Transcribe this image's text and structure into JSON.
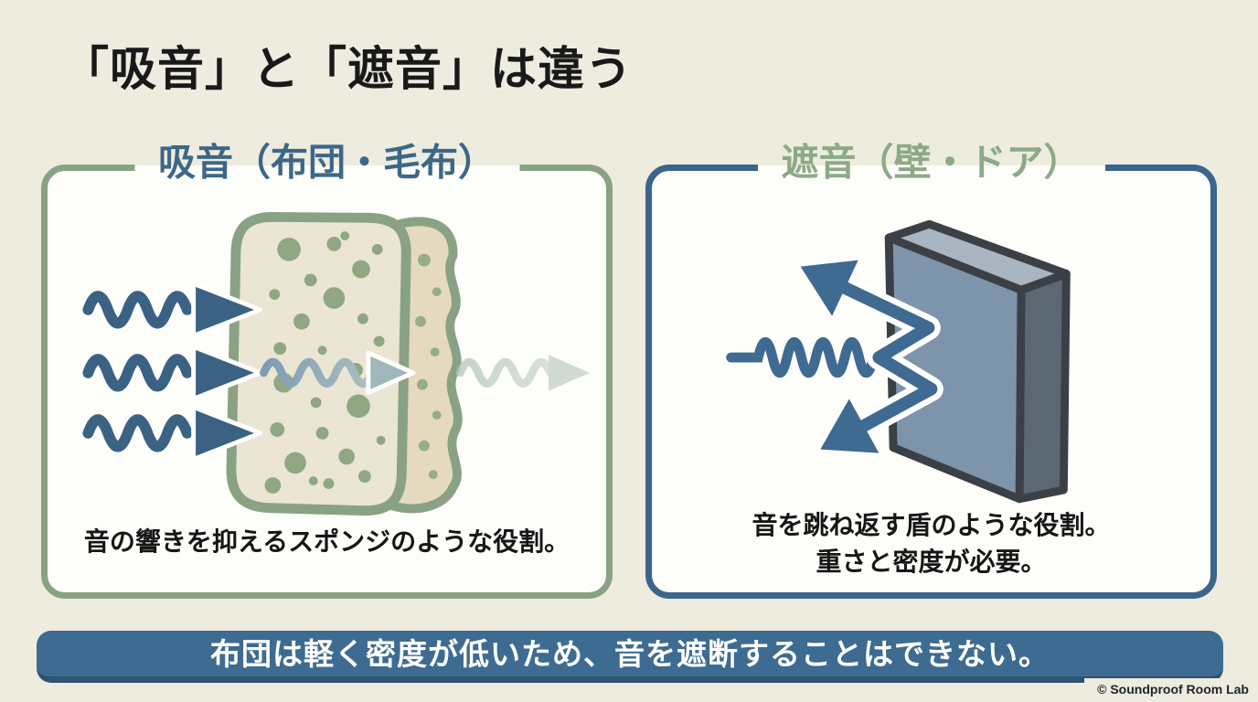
{
  "page": {
    "title": "「吸音」と「遮音」は違う",
    "copyright": "© Soundproof Room Lab",
    "colors": {
      "background": "#edecdf",
      "panel_background": "#fdfdfa",
      "absorption_border_green": "#8aa284",
      "absorption_title_blue": "#3d6787",
      "insulation_border_blue": "#3b658d",
      "insulation_title_green": "#8caa86",
      "sound_arrow_blue": "#3b6283",
      "banner_background": "#3e6b92",
      "banner_shadow": "#2e5273",
      "banner_text": "#ffffff",
      "body_text": "#161616"
    }
  },
  "panels": {
    "absorption": {
      "title": "吸音（布団・毛布）",
      "caption": "音の響きを抑えるスポンジのような役割。",
      "illustration": "sponge-absorbing-sound-waves"
    },
    "insulation": {
      "title": "遮音（壁・ドア）",
      "caption_lines": [
        "音を跳ね返す盾のような役割。",
        "重さと密度が必要。"
      ],
      "illustration": "wall-reflecting-sound-waves"
    }
  },
  "banner": {
    "text": "布団は軽く密度が低いため、音を遮断することはできない。"
  }
}
